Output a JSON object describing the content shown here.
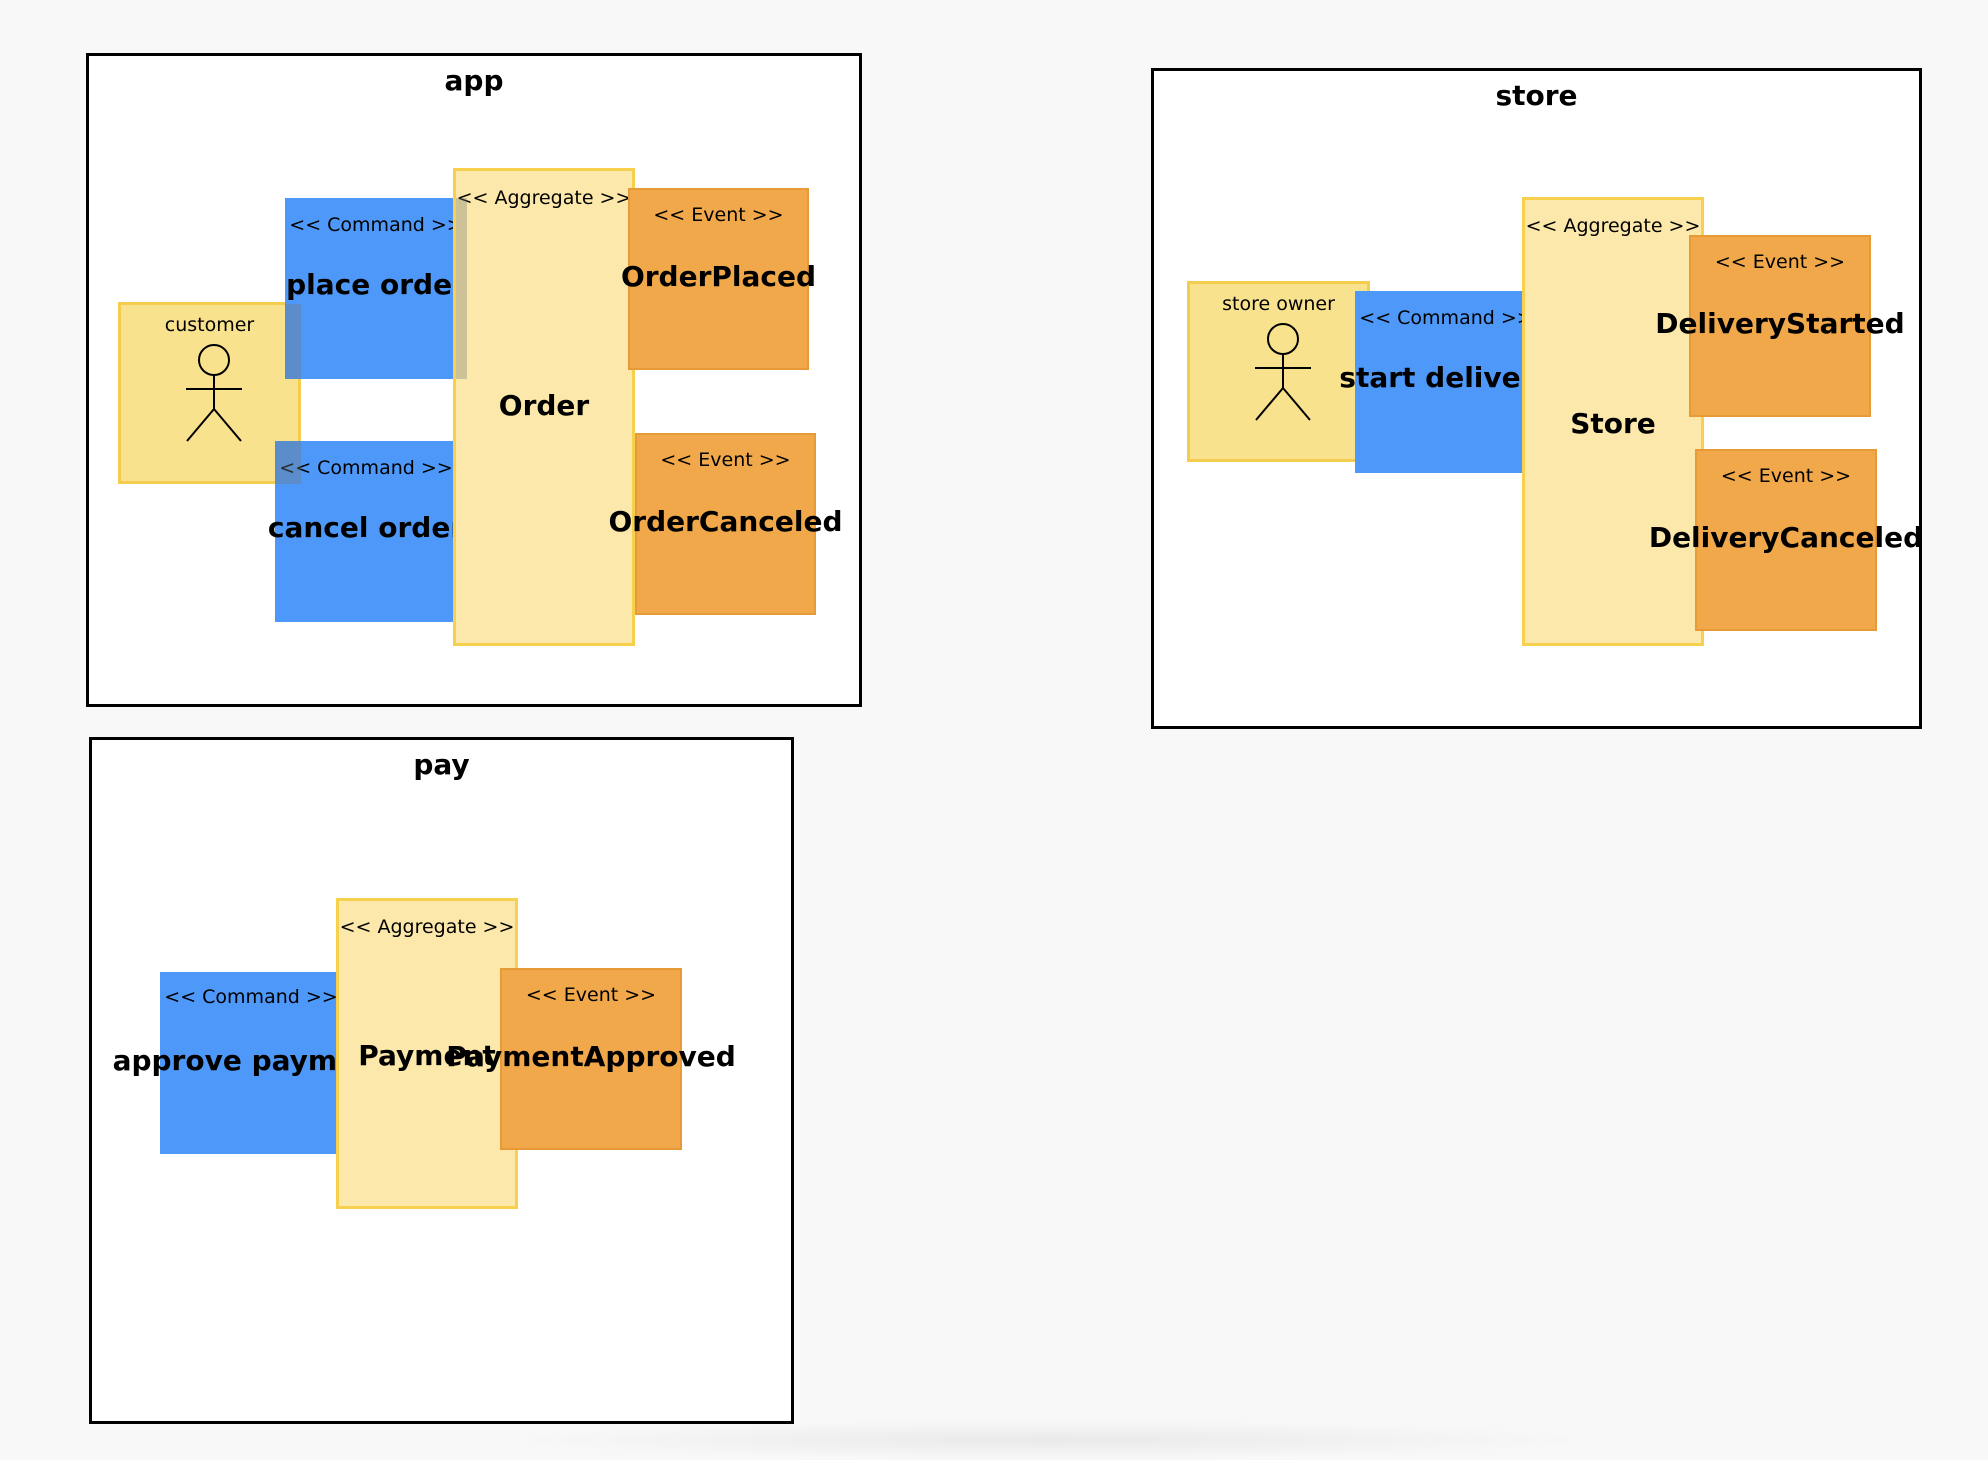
{
  "contexts": {
    "app": {
      "title": "app"
    },
    "store": {
      "title": "store"
    },
    "pay": {
      "title": "pay"
    }
  },
  "app": {
    "actor": {
      "label": "customer"
    },
    "cmd_place": {
      "stereotype": "<< Command >>",
      "name": "place order"
    },
    "cmd_cancel": {
      "stereotype": "<< Command >>",
      "name": "cancel order"
    },
    "aggregate": {
      "stereotype": "<< Aggregate >>",
      "name": "Order"
    },
    "evt_placed": {
      "stereotype": "<< Event >>",
      "name": "OrderPlaced"
    },
    "evt_canceled": {
      "stereotype": "<< Event >>",
      "name": "OrderCanceled"
    }
  },
  "store": {
    "actor": {
      "label": "store owner"
    },
    "cmd_start": {
      "stereotype": "<< Command >>",
      "name": "start delivery"
    },
    "aggregate": {
      "stereotype": "<< Aggregate >>",
      "name": "Store"
    },
    "evt_started": {
      "stereotype": "<< Event >>",
      "name": "DeliveryStarted"
    },
    "evt_canceled": {
      "stereotype": "<< Event >>",
      "name": "DeliveryCanceled"
    }
  },
  "pay": {
    "cmd_approve": {
      "stereotype": "<< Command >>",
      "name": "approve payment"
    },
    "aggregate": {
      "stereotype": "<< Aggregate >>",
      "name": "Payment"
    },
    "evt_approved": {
      "stereotype": "<< Event >>",
      "name": "PaymentApproved"
    }
  },
  "colors": {
    "command": "#4d98f8",
    "event": "#f0a84a",
    "aggregate": "#fbe8aa",
    "actor": "#f9e28e",
    "context_border": "#000000"
  },
  "icons": {
    "actor": "stick-figure-icon"
  }
}
